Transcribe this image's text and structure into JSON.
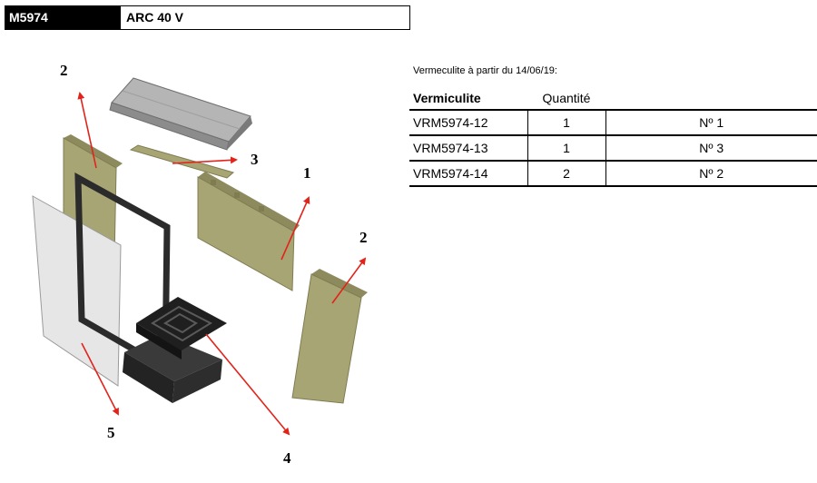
{
  "header": {
    "code": "M5974",
    "model": "ARC 40 V"
  },
  "note": "Vermeculite à partir du 14/06/19:",
  "table": {
    "headers": [
      "Vermiculite",
      "Quantité",
      ""
    ],
    "rows": [
      {
        "ref": "VRM5974-12",
        "qty": "1",
        "num": "Nº 1"
      },
      {
        "ref": "VRM5974-13",
        "qty": "1",
        "num": "Nº 3"
      },
      {
        "ref": "VRM5974-14",
        "qty": "2",
        "num": "Nº 2"
      }
    ]
  },
  "diagram": {
    "callouts": {
      "left_panel": "2",
      "right_panel": "2",
      "baffle_strip": "3",
      "back_panel": "1",
      "grate": "4",
      "glass": "5"
    },
    "colors": {
      "vermiculite": "#a8a574",
      "vermiculite_dark": "#7f7c52",
      "metal": "#2b2b2b",
      "baffle": "#a9a9a9",
      "glass": "#e6e6e6",
      "arrow": "#e2231a"
    }
  }
}
